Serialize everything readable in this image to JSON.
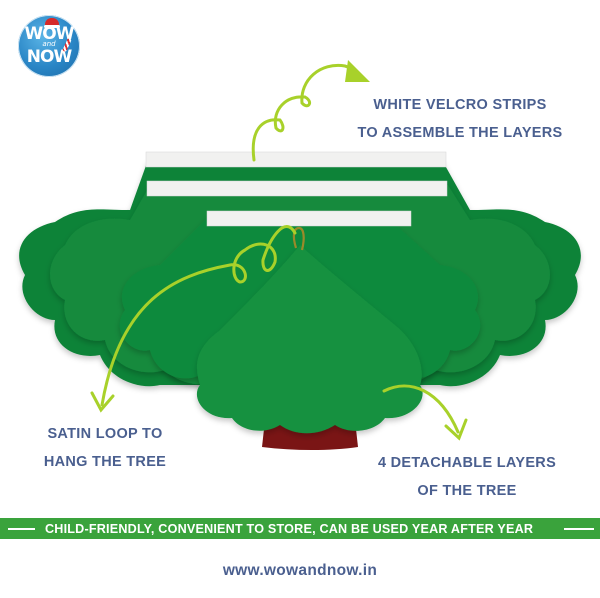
{
  "brand": {
    "logo_line1": "WOW",
    "logo_line2": "and",
    "logo_line3": "NOW",
    "logo_bg_color": "#2a86c6"
  },
  "product": {
    "subject": "felt christmas tree with 4 layers",
    "felt_color": "#128a3c",
    "trunk_color": "#7a1515",
    "velcro_color": "#f2f2f2",
    "arrow_color": "#a8d12a"
  },
  "callouts": [
    {
      "line1": "WHITE VELCRO STRIPS",
      "line2": "TO ASSEMBLE THE LAYERS"
    },
    {
      "line1": "SATIN LOOP TO",
      "line2": "HANG THE TREE"
    },
    {
      "line1": "4 DETACHABLE LAYERS",
      "line2": "OF THE TREE"
    }
  ],
  "banner": {
    "text": "CHILD-FRIENDLY, CONVENIENT TO STORE, CAN BE USED YEAR AFTER YEAR",
    "color": "#3aa33c"
  },
  "footer": {
    "url": "www.wowandnow.in",
    "text_color": "#4a5f8f"
  }
}
